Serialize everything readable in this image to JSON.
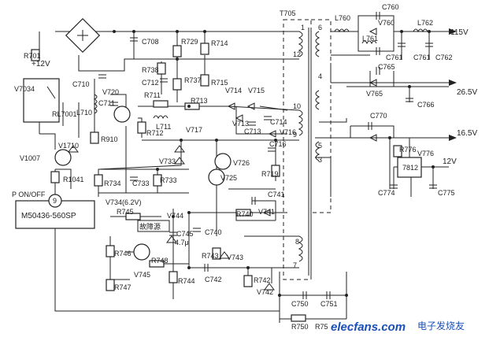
{
  "rails": {
    "out1": "115V",
    "out2": "26.5V",
    "out3": "16.5V",
    "out4": "12V",
    "vcc": "+12V"
  },
  "ic": {
    "controller": "M50436-560SP",
    "regulator": "7812",
    "pon_label": "P ON/OFF",
    "pin9": "9",
    "fault_label": "故障源",
    "c745_value": "4.7μ"
  },
  "transformer": {
    "name": "T705",
    "pins": [
      "1",
      "12",
      "10",
      "9",
      "6",
      "4",
      "5",
      "3",
      "8",
      "7"
    ]
  },
  "parts": {
    "R701": "R701",
    "V7034": "V7034",
    "RL7001": "RL7001",
    "V1007": "V1007",
    "R1041": "R1041",
    "V1710": "V1710",
    "R910": "R910",
    "L710": "L710",
    "C710": "C710",
    "C711": "C711",
    "V720": "V720",
    "C708": "C708",
    "R729": "R729",
    "R714": "R714",
    "R738": "R738",
    "C712": "C712",
    "R737": "R737",
    "R715": "R715",
    "R711": "R711",
    "L711": "L711",
    "R712": "R712",
    "R713": "R713",
    "V714": "V714",
    "V715": "V715",
    "V713": "V713",
    "C713": "C713",
    "C714": "C714",
    "V716": "V716",
    "C716": "C716",
    "R719": "R719",
    "V717": "V717",
    "V733": "V733",
    "V726": "V726",
    "V725": "V725",
    "R734": "R734",
    "C733": "C733",
    "R733": "R733",
    "V734": "V734(6.2V)",
    "R745": "R745",
    "V744": "V744",
    "C745": "C745",
    "R740": "R740",
    "C741": "C741",
    "V741": "V741",
    "C740": "C740",
    "R746": "R746",
    "R748": "R748",
    "V745": "V745",
    "R743": "R743",
    "V743": "V743",
    "R747": "R747",
    "R744": "R744",
    "C742": "C742",
    "R742": "R742",
    "V742": "V742",
    "C750": "C750",
    "C751": "C751",
    "R750": "R750",
    "R751": "R75",
    "L760": "L760",
    "C760": "C760",
    "V760": "V760",
    "L761": "L761",
    "C761a": "C761",
    "C761b": "C761",
    "L762": "L762",
    "C762": "C762",
    "C765": "C765",
    "V765": "V765",
    "C766": "C766",
    "C770": "C770",
    "R776": "R776",
    "V776": "V776",
    "C774": "C774",
    "C775": "C775"
  },
  "watermark": {
    "site": "elecfans.com",
    "cn": "电子发烧友"
  }
}
